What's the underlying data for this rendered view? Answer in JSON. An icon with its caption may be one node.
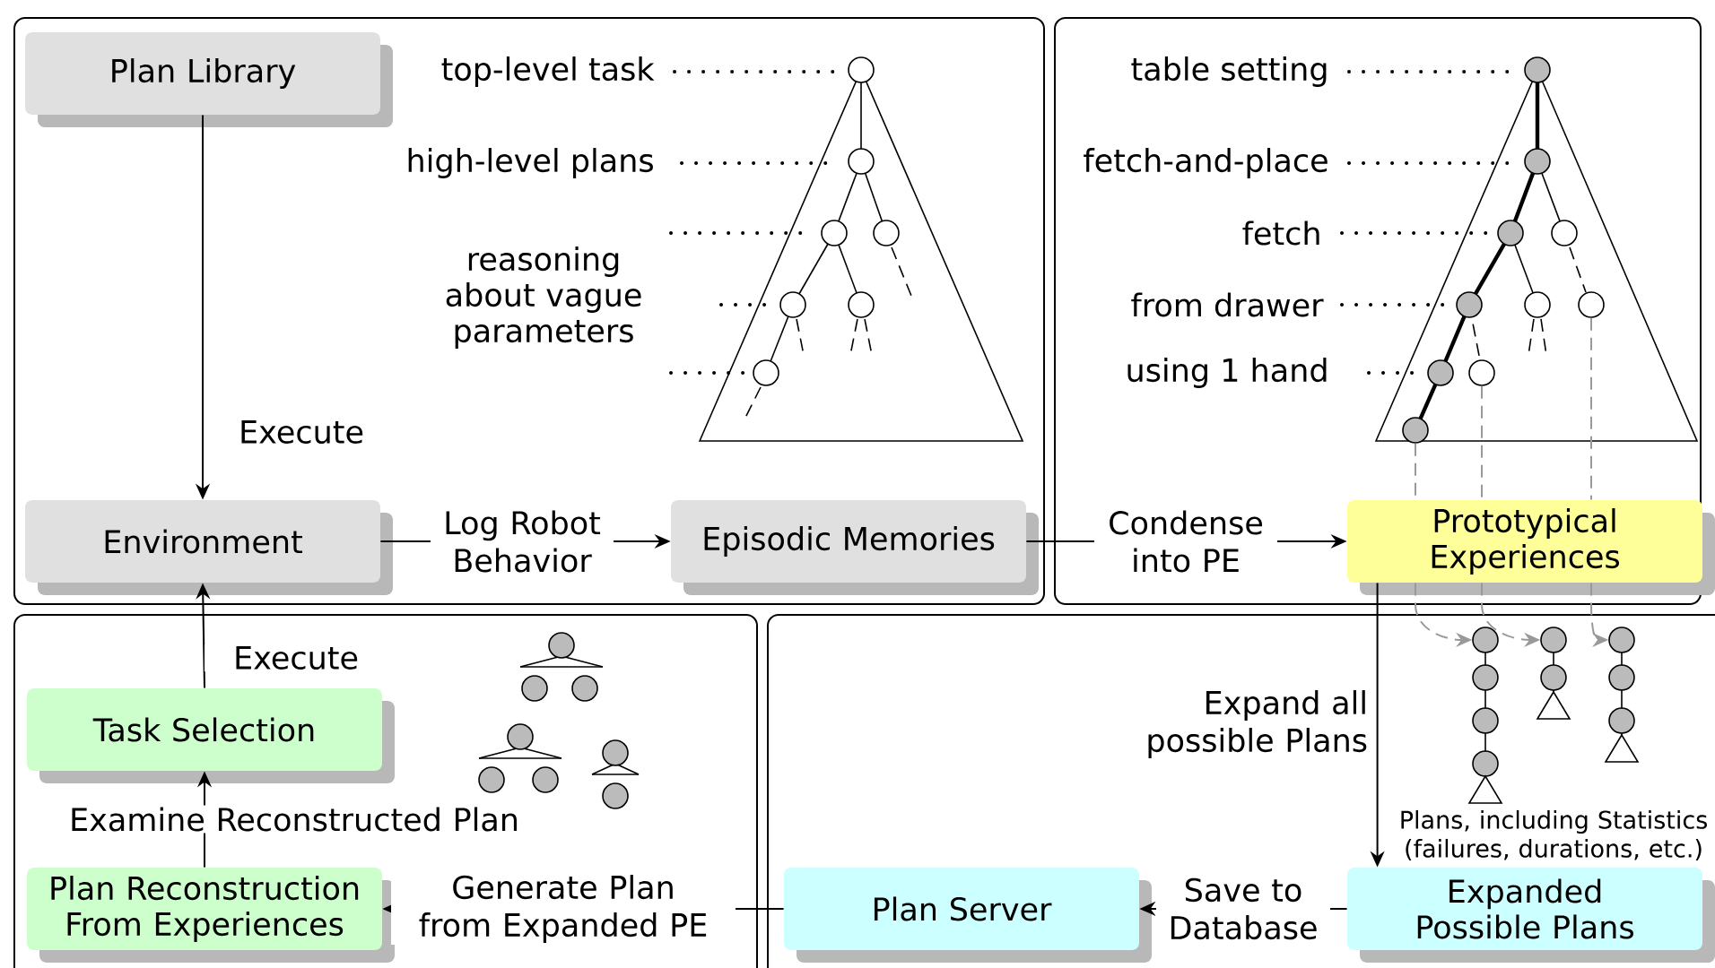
{
  "diagram": {
    "nodes": [
      {
        "text": [
          "Plan Library"
        ]
      },
      {
        "text": [
          "Environment"
        ]
      },
      {
        "text": [
          "Episodic Memories"
        ]
      },
      {
        "text": [
          "Prototypical Experiences"
        ]
      },
      {
        "text": [
          "Expanded Possible Plans"
        ]
      },
      {
        "text": [
          "Plan Server"
        ]
      },
      {
        "text": [
          "Plan Reconstruction From Experiences"
        ]
      },
      {
        "text": [
          "Task Selection"
        ]
      },
      {
        "text": [],
        "shape": "circle"
      },
      {
        "text": [],
        "shape": "circle"
      },
      {
        "text": [],
        "shape": "circle"
      },
      {
        "text": [],
        "shape": "circle"
      },
      {
        "text": [],
        "shape": "circle"
      },
      {
        "text": [],
        "shape": "circle"
      }
    ],
    "edges": [
      {
        "from": 0,
        "to": 1,
        "arrow": "to",
        "label": "Execute"
      },
      {
        "from": 1,
        "to": 2,
        "arrow": "to",
        "label": "Log Robot Behavior"
      },
      {
        "from": 2,
        "to": 3,
        "arrow": "to",
        "label": "Condense into PE"
      },
      {
        "from": 3,
        "to": 4,
        "arrow": "to",
        "label": "Expand all possible Plans"
      },
      {
        "from": 4,
        "to": 5,
        "arrow": "to",
        "label": "Save to Database"
      },
      {
        "from": 5,
        "to": 6,
        "arrow": "to",
        "label": "Generate Plan from Expanded PE"
      },
      {
        "from": 6,
        "to": 7,
        "arrow": "to",
        "label": "Examine Reconstructed Plan"
      },
      {
        "from": 7,
        "to": 1,
        "arrow": "to",
        "label": "Execute"
      },
      {
        "from": 8,
        "to": 3,
        "arrow": "none",
        "style": "dashed",
        "color": "#999999"
      },
      {
        "from": 9,
        "to": 3,
        "arrow": "none",
        "style": "dashed",
        "color": "#999999"
      },
      {
        "from": 10,
        "to": 3,
        "arrow": "none",
        "style": "dashed",
        "color": "#999999"
      },
      {
        "from": 3,
        "to": 11,
        "arrow": "to",
        "style": "dashed",
        "color": "#999999"
      },
      {
        "from": 3,
        "to": 12,
        "arrow": "to",
        "style": "dashed",
        "color": "#999999"
      },
      {
        "from": 3,
        "to": 13,
        "arrow": "to",
        "style": "dashed",
        "color": "#999999"
      }
    ],
    "labels": [
      "top-level task",
      "high-level plans",
      "reasoning about vague parameters",
      "table setting",
      "fetch-and-place",
      "fetch",
      "from drawer",
      "using 1 hand",
      "Plans, including Statistics (failures, durations, etc.)"
    ]
  }
}
